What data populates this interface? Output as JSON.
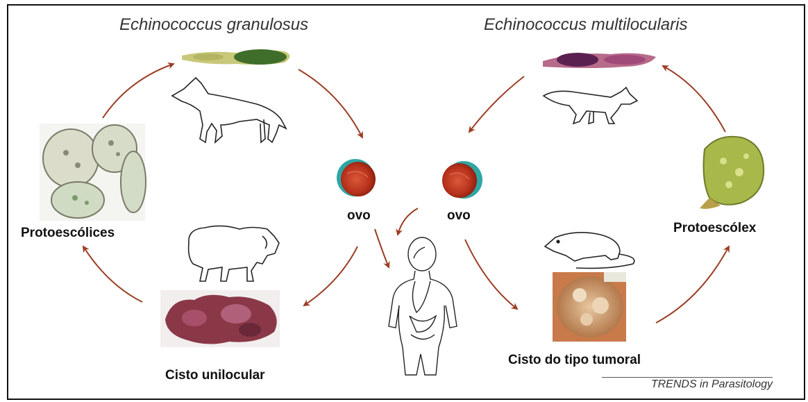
{
  "species": {
    "left": "Echinococcus granulosus",
    "right": "Echinococcus multilocularis"
  },
  "labels": {
    "protoescolices": "Protoescólices",
    "protoescolex": "Protoescólex",
    "cisto_unilocular": "Cisto unilocular",
    "cisto_tumoral": "Cisto do tipo tumoral",
    "ovo_left": "ovo",
    "ovo_right": "ovo"
  },
  "credit": "TRENDS in Parasitology",
  "colors": {
    "arrow": "#9b3d24",
    "egg_red": "#b8321c",
    "egg_teal": "#2fa6a3",
    "worm_green": "#6b8f2a",
    "worm_purple": "#7a3868",
    "cyst_tissue": "#8a3848",
    "tumor_tissue": "#c48a5a",
    "protoscolex_green": "#a8b84a"
  },
  "icons": [
    "dog-icon",
    "fox-icon",
    "sheep-icon",
    "mouse-icon",
    "human-icon"
  ]
}
